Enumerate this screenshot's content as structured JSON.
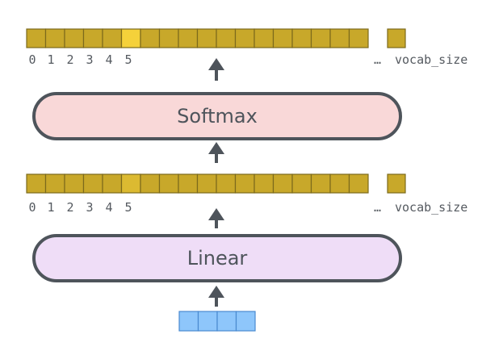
{
  "colors": {
    "cell_fill": "#c8a82a",
    "cell_highlight": "#f5d13a",
    "cell_stroke": "#7c6a1c",
    "input_fill": "#8ec6fb",
    "input_stroke": "#4a8ad0",
    "arrow": "#4e545b",
    "softmax_fill": "#f9d8d8",
    "linear_fill": "#efddf7",
    "box_stroke": "#4e545b"
  },
  "softmax_box": {
    "label": "Softmax"
  },
  "linear_box": {
    "label": "Linear"
  },
  "probability_vector": {
    "index_labels": [
      "0",
      "1",
      "2",
      "3",
      "4",
      "5"
    ],
    "ellipsis": "…",
    "last_label": "vocab_size",
    "highlight_index": 5,
    "highlight_level": 1.0
  },
  "logits_vector": {
    "index_labels": [
      "0",
      "1",
      "2",
      "3",
      "4",
      "5"
    ],
    "ellipsis": "…",
    "last_label": "vocab_size",
    "highlight_index": 5,
    "highlight_level": 0.45
  },
  "input_vector": {
    "cell_count": 4
  }
}
